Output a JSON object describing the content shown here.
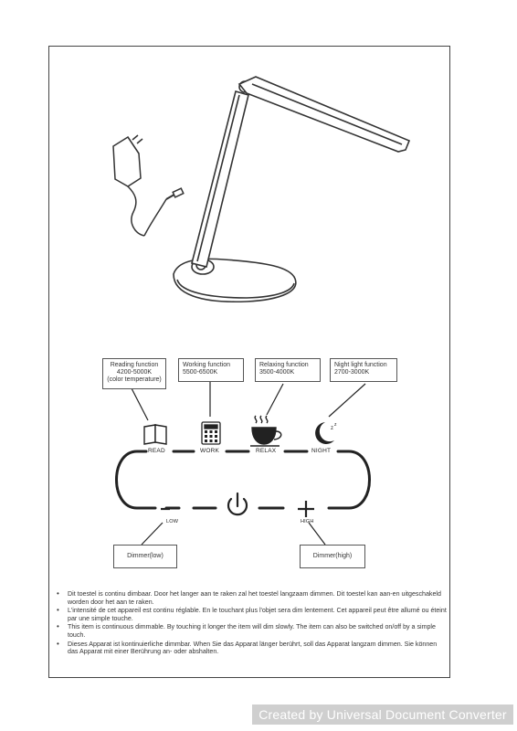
{
  "callouts": {
    "reading": {
      "title": "Reading function",
      "range": "4200-5000K",
      "note": "(color temperature)"
    },
    "working": {
      "title": "Working function",
      "range": "5500-6500K"
    },
    "relaxing": {
      "title": "Relaxing function",
      "range": "3500-4000K"
    },
    "night": {
      "title": "Night light function",
      "range": "2700-3000K"
    },
    "dimmer_low": "Dimmer(low)",
    "dimmer_high": "Dimmer(high)"
  },
  "modes": {
    "read": "READ",
    "work": "WORK",
    "relax": "RELAX",
    "night": "NIGHT"
  },
  "dimmer": {
    "low": "LOW",
    "high": "HIGH"
  },
  "notes": [
    "Dit toestel is continu dimbaar. Door het langer aan te raken zal het toestel langzaam dimmen. Dit toestel kan aan-en uitgeschakeld worden door het aan te raken.",
    "L'intensité de cet appareil est continu réglable. En le touchant plus l'objet sera dim lentement. Cet appareil peut être allumé ou éteint par une simple touche.",
    "This item is continuous dimmable. By touching it longer the item will dim slowly. The item can also be switched on/off by a simple touch.",
    "Dieses Apparat ist kontinuierliche dimmbar. When Sie das Apparat länger berührt, soll das Apparat langzam dimmen. Sie können das Apparat mit einer Berührung an- oder abshalten."
  ],
  "watermark": "Created by Universal Document Converter",
  "icons": [
    "lamp-illustration",
    "power-adapter-icon",
    "book-icon",
    "calculator-icon",
    "teacup-icon",
    "moon-icon",
    "power-icon",
    "plus-icon",
    "minus-icon"
  ]
}
